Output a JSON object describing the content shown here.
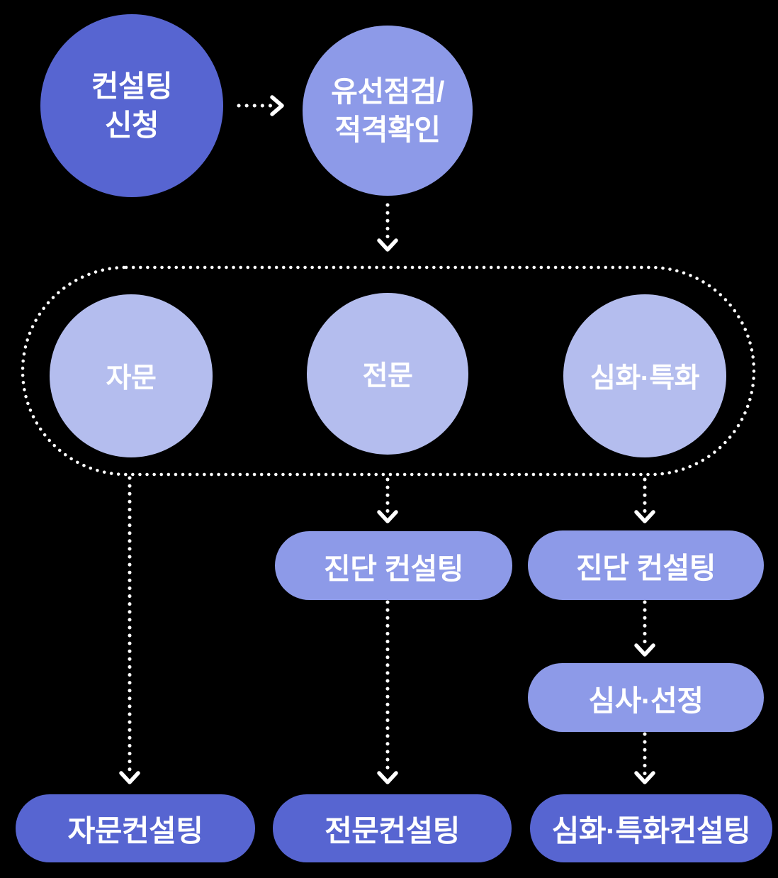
{
  "colors": {
    "background": "#000000",
    "primary_blue": "#5765d1",
    "mid_periwinkle": "#8d9ae8",
    "light_periwinkle": "#b4bdee",
    "text": "#ffffff",
    "connector": "#ffffff"
  },
  "flow": {
    "apply": "컨설팅\n신청",
    "screening": "유선점검/\n적격확인",
    "track_advisory": "자문",
    "track_expert": "전문",
    "track_advanced": "심화·특화",
    "diagnosis_expert": "진단 컨설팅",
    "diagnosis_advanced": "진단 컨설팅",
    "review_selection": "심사·선정",
    "final_advisory": "자문컨설팅",
    "final_expert": "전문컨설팅",
    "final_advanced": "심화·특화컨설팅"
  }
}
